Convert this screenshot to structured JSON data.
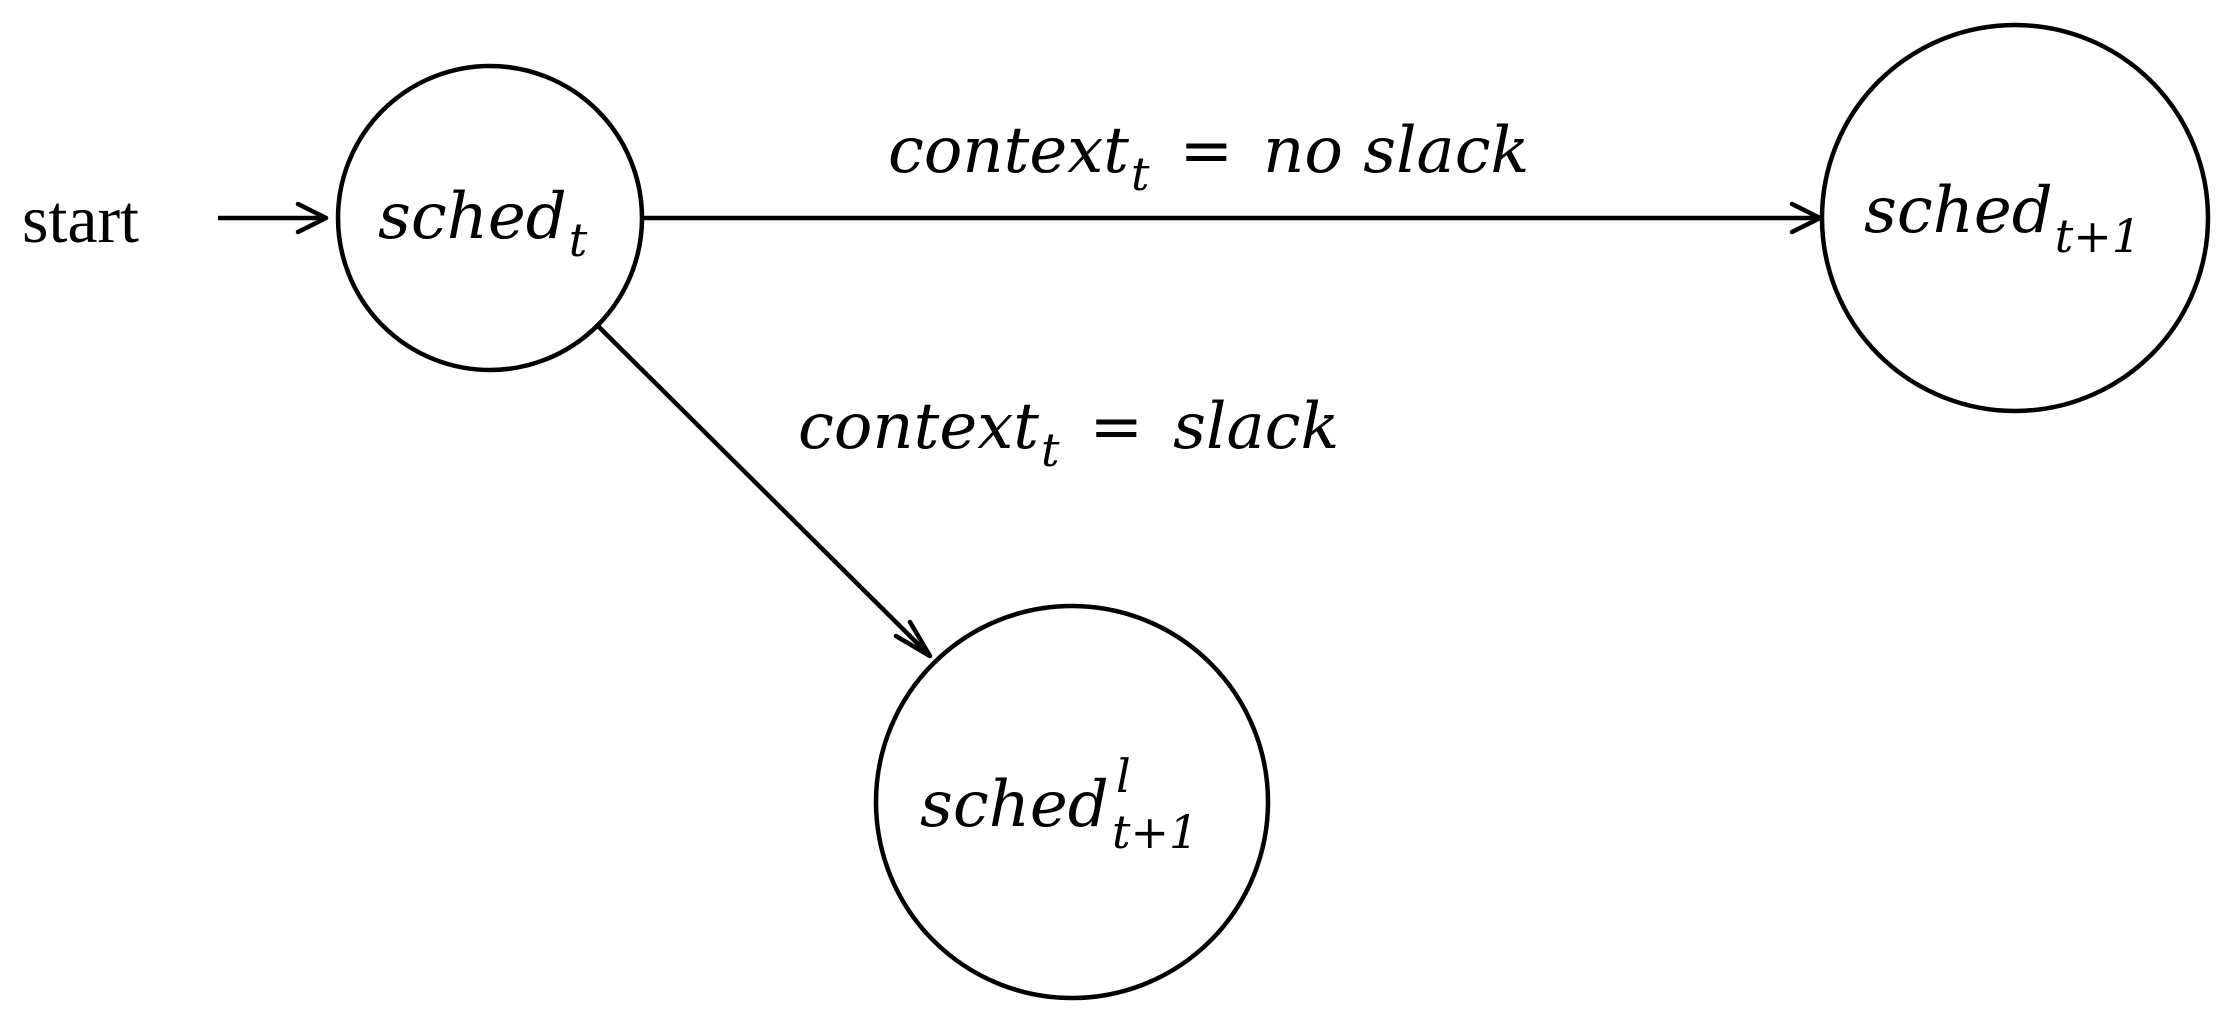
{
  "diagram": {
    "start_label": "start",
    "nodes": {
      "sched_t": {
        "base": "sched",
        "sub": "t",
        "sup": ""
      },
      "sched_t1": {
        "base": "sched",
        "sub": "t+1",
        "sup": ""
      },
      "sched_t1_l": {
        "base": "sched",
        "sub": "t+1",
        "sup": "l"
      }
    },
    "edges": {
      "no_slack": {
        "var": "context",
        "sub": "t",
        "op": "=",
        "value": "no slack"
      },
      "slack": {
        "var": "context",
        "sub": "t",
        "op": "=",
        "value": "slack"
      }
    }
  }
}
